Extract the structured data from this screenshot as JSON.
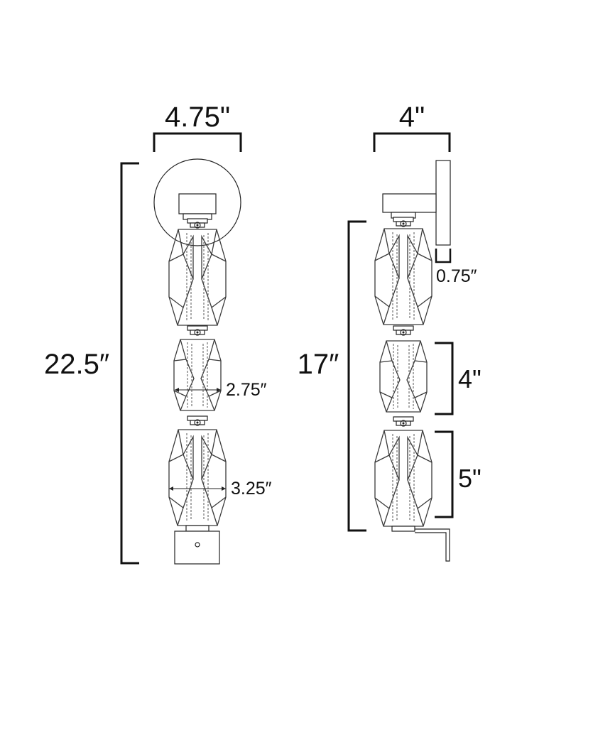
{
  "front_view": {
    "width_label": "4.75\"",
    "height_label": "22.5″",
    "small_glass_width_label": "2.75″",
    "large_glass_width_label": "3.25″"
  },
  "side_view": {
    "depth_label": "4\"",
    "height_label": "17″",
    "backplate_depth_label": "0.75″",
    "small_glass_height_label": "4\"",
    "large_glass_height_label": "5\""
  }
}
